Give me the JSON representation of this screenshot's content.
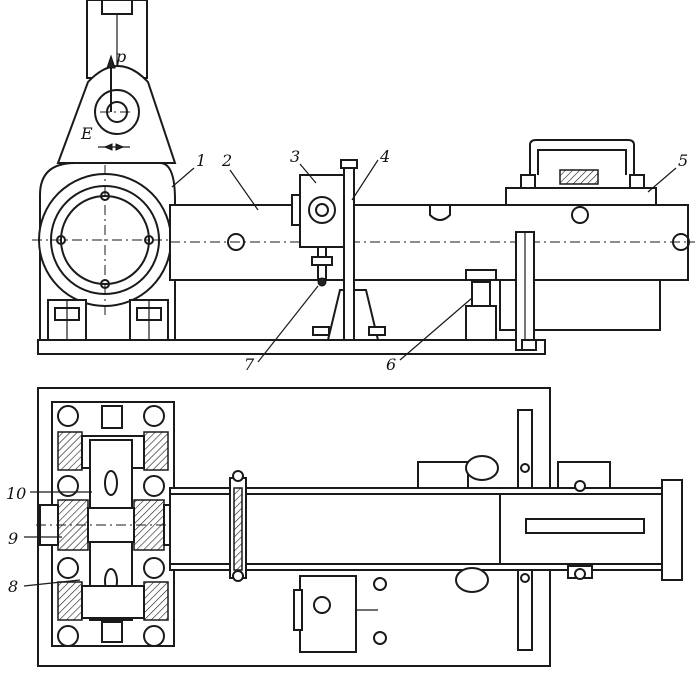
{
  "labels": {
    "force_p": "p",
    "eccentricity_e": "E",
    "n1": "1",
    "n2": "2",
    "n3": "3",
    "n4": "4",
    "n5": "5",
    "n6": "6",
    "n7": "7",
    "n8": "8",
    "n9": "9",
    "n10": "10"
  }
}
